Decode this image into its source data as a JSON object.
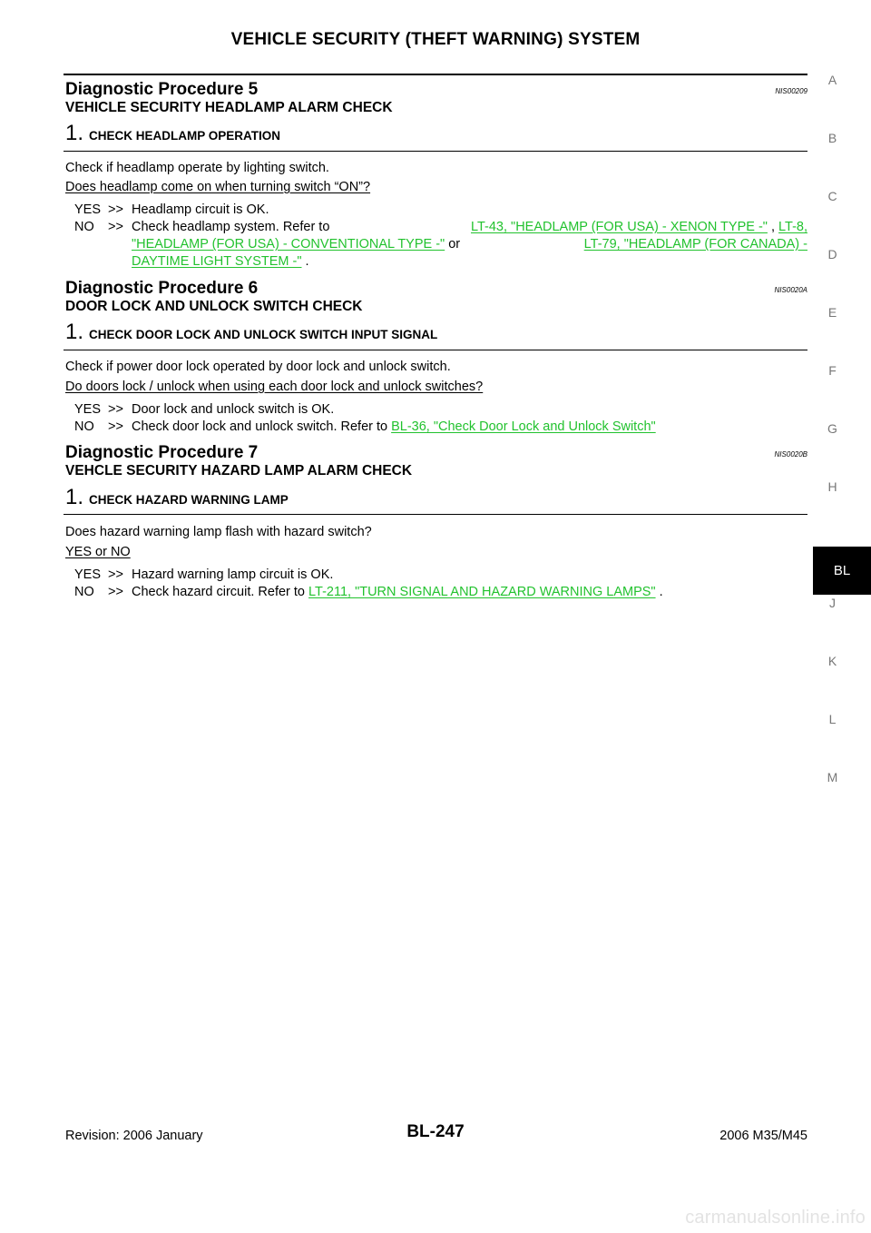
{
  "header": {
    "title": "VEHICLE SECURITY (THEFT WARNING) SYSTEM"
  },
  "side_nav": {
    "letters": [
      "A",
      "B",
      "C",
      "D",
      "E",
      "F",
      "G",
      "H",
      "J",
      "K",
      "L",
      "M"
    ],
    "active": "BL"
  },
  "procedures": [
    {
      "title": "Diagnostic Procedure 5",
      "code": "NIS00209",
      "subtitle": "VEHICLE SECURITY HEADLAMP ALARM CHECK",
      "step_number": "1.",
      "step_label": "CHECK HEADLAMP OPERATION",
      "description": "Check if headlamp operate by lighting switch.",
      "question": "Does headlamp come on when turning switch “ON”?",
      "yes_key": "YES",
      "yes_arrow": ">>",
      "yes_text": "Headlamp circuit is OK.",
      "no_key": "NO",
      "no_arrow": ">>",
      "no_prefix": "Check headlamp system. Refer to ",
      "no_link1": "LT-43, \"HEADLAMP (FOR USA) - XENON TYPE -\"",
      "no_sep1": " , ",
      "no_link2a": "LT-8,",
      "no_link2b": "\"HEADLAMP (FOR USA) - CONVENTIONAL TYPE -\"",
      "no_sep2": "  or ",
      "no_link3a": "LT-79, \"HEADLAMP (FOR CANADA) -",
      "no_link3b": "DAYTIME LIGHT SYSTEM -\"",
      "no_suffix": " ."
    },
    {
      "title": "Diagnostic Procedure 6",
      "code": "NIS0020A",
      "subtitle": "DOOR LOCK AND UNLOCK SWITCH CHECK",
      "step_number": "1.",
      "step_label": "CHECK DOOR LOCK AND UNLOCK SWITCH INPUT SIGNAL",
      "description": "Check if power door lock operated by door lock and unlock switch.",
      "question": "Do doors lock / unlock when using each door lock and unlock switches?",
      "yes_key": "YES",
      "yes_arrow": ">>",
      "yes_text": "Door lock and unlock switch is OK.",
      "no_key": "NO",
      "no_arrow": ">>",
      "no_prefix": "Check door lock and unlock switch. Refer to ",
      "no_link1": "BL-36, \"Check Door Lock and Unlock Switch\""
    },
    {
      "title": "Diagnostic Procedure 7",
      "code": "NIS0020B",
      "subtitle": "VEHCLE SECURITY HAZARD LAMP ALARM CHECK",
      "step_number": "1.",
      "step_label": "CHECK HAZARD WARNING LAMP",
      "description": "Does hazard warning lamp flash with hazard switch?",
      "question": "YES or NO",
      "yes_key": "YES",
      "yes_arrow": ">>",
      "yes_text": "Hazard warning lamp circuit is OK.",
      "no_key": "NO",
      "no_arrow": ">>",
      "no_prefix": "Check hazard circuit. Refer to ",
      "no_link1": "LT-211, \"TURN SIGNAL AND HAZARD WARNING LAMPS\"",
      "no_suffix": " ."
    }
  ],
  "footer": {
    "revision": "Revision: 2006 January",
    "page_number": "BL-247",
    "model": "2006 M35/M45"
  },
  "watermark": "carmanualsonline.info",
  "colors": {
    "link": "#22c22e",
    "side_letters": "#777777",
    "active_tab_bg": "#000000"
  }
}
